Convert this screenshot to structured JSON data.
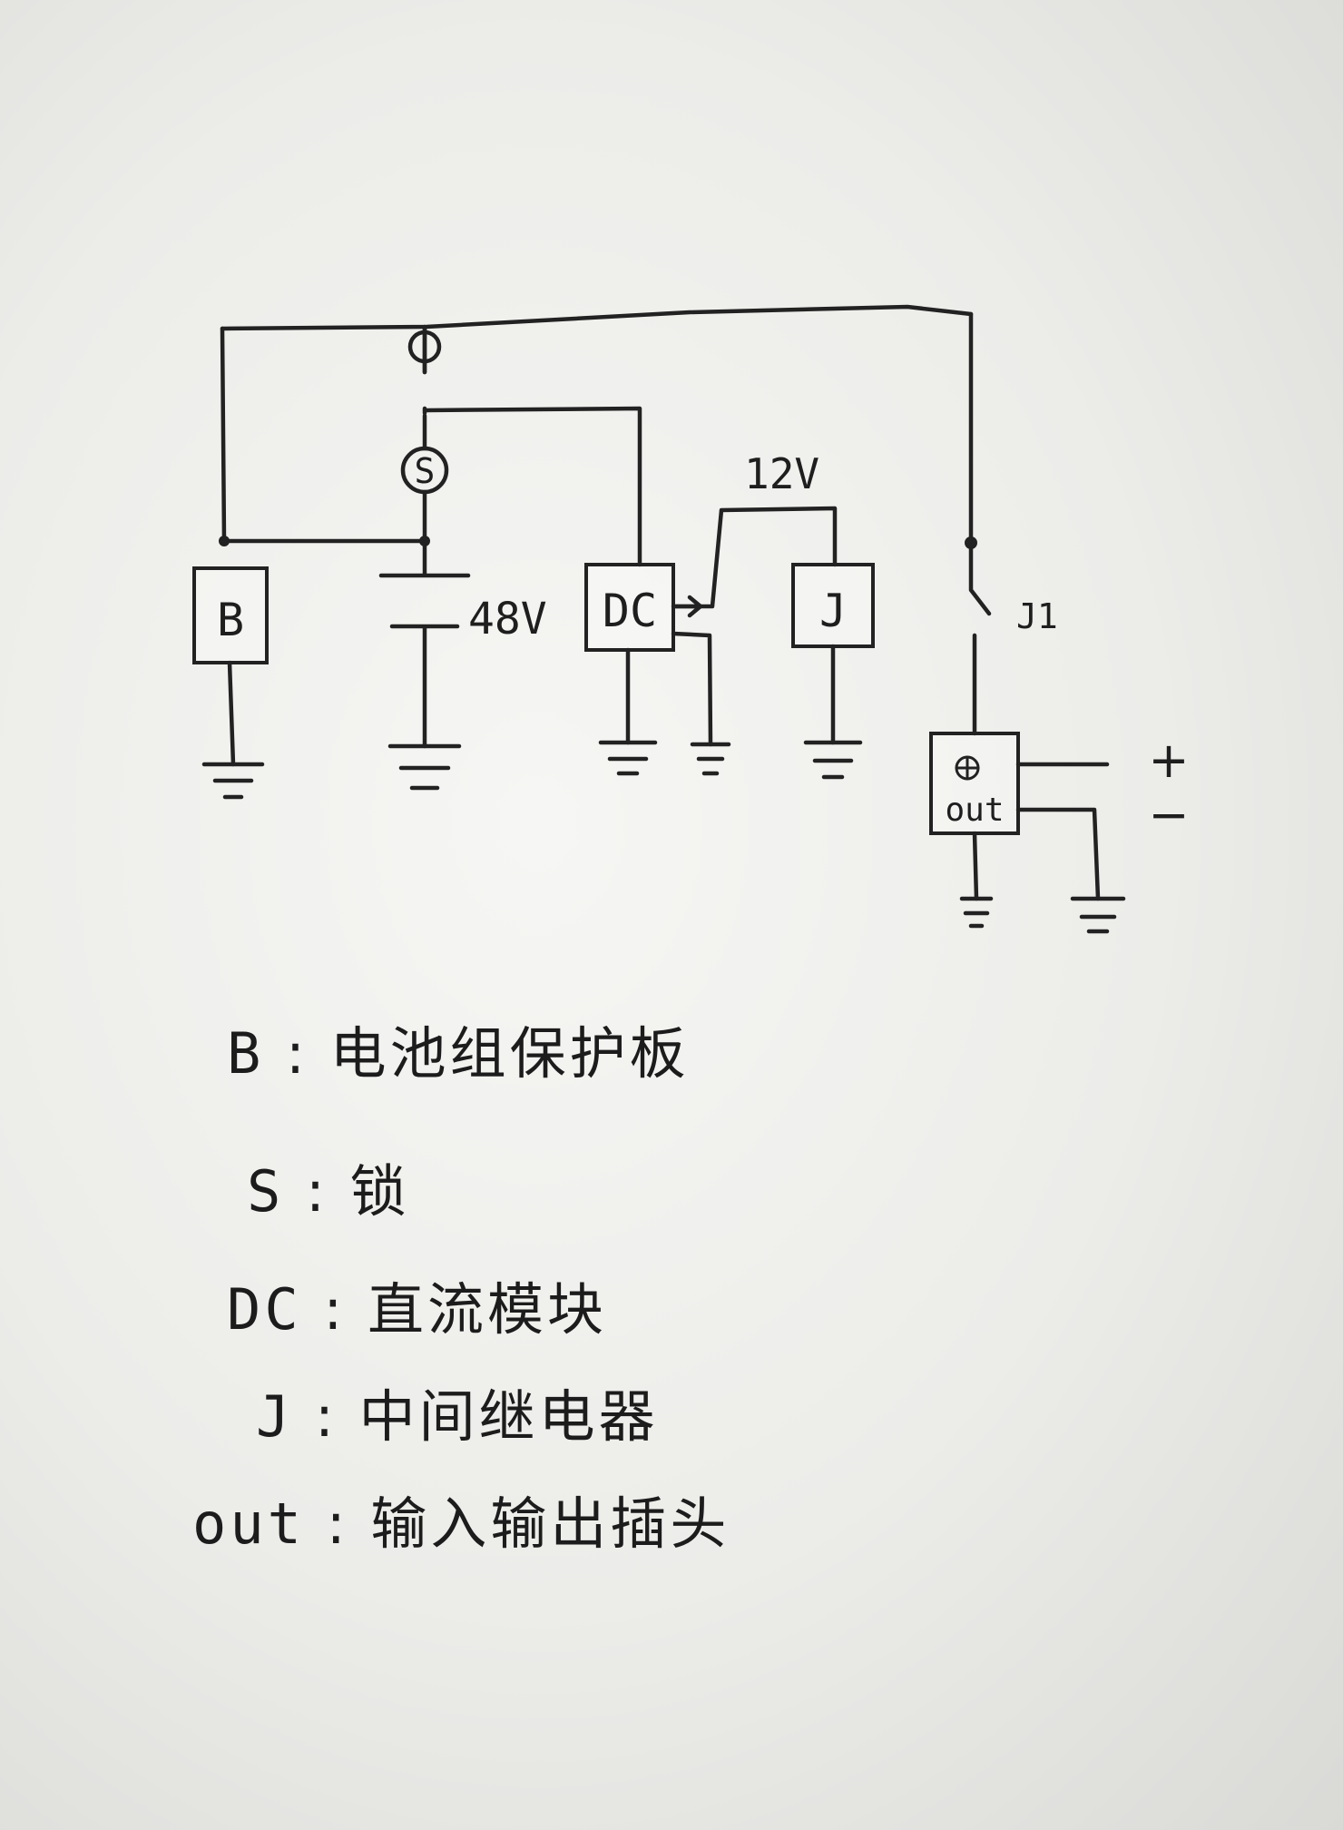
{
  "labels": {
    "battery_protection": "B",
    "switch": "S",
    "battery_voltage": "48V",
    "dc_module": "DC",
    "dc_output_voltage": "12V",
    "relay": "J",
    "relay_contact": "J1",
    "output_socket": "out",
    "plus": "+",
    "minus": "−"
  },
  "legend": [
    {
      "key": "B",
      "sep": ":",
      "text": "电池组保护板"
    },
    {
      "key": "S",
      "sep": ":",
      "text": "锁"
    },
    {
      "key": "DC",
      "sep": ":",
      "text": "直流模块"
    },
    {
      "key": "J",
      "sep": ":",
      "text": "中间继电器"
    },
    {
      "key": "out",
      "sep": ":",
      "text": "输入输出插头"
    }
  ]
}
